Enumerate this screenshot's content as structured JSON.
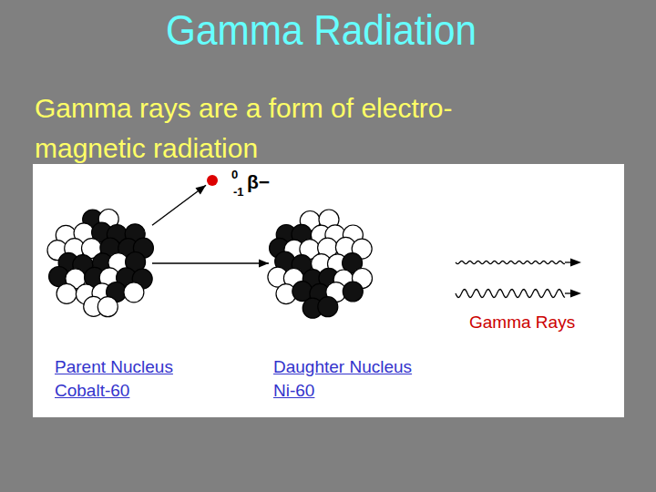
{
  "diagram": {
    "title": "Gamma Radiation",
    "nodes": [
      {
        "text": [
          "Parent Nucleus",
          "Cobalt-60"
        ]
      },
      {
        "text": [
          "Daughter Nucleus",
          "Ni-60"
        ]
      },
      {
        "text": [
          "0",
          "-1",
          "β−"
        ]
      }
    ],
    "edges": [
      {
        "from": 0,
        "to": 1,
        "arrow": "to"
      },
      {
        "from": 0,
        "to": 2,
        "arrow": "to"
      }
    ],
    "labels": [
      "Gamma rays are a form of electro- magnetic radiation",
      "Gamma Rays"
    ]
  }
}
